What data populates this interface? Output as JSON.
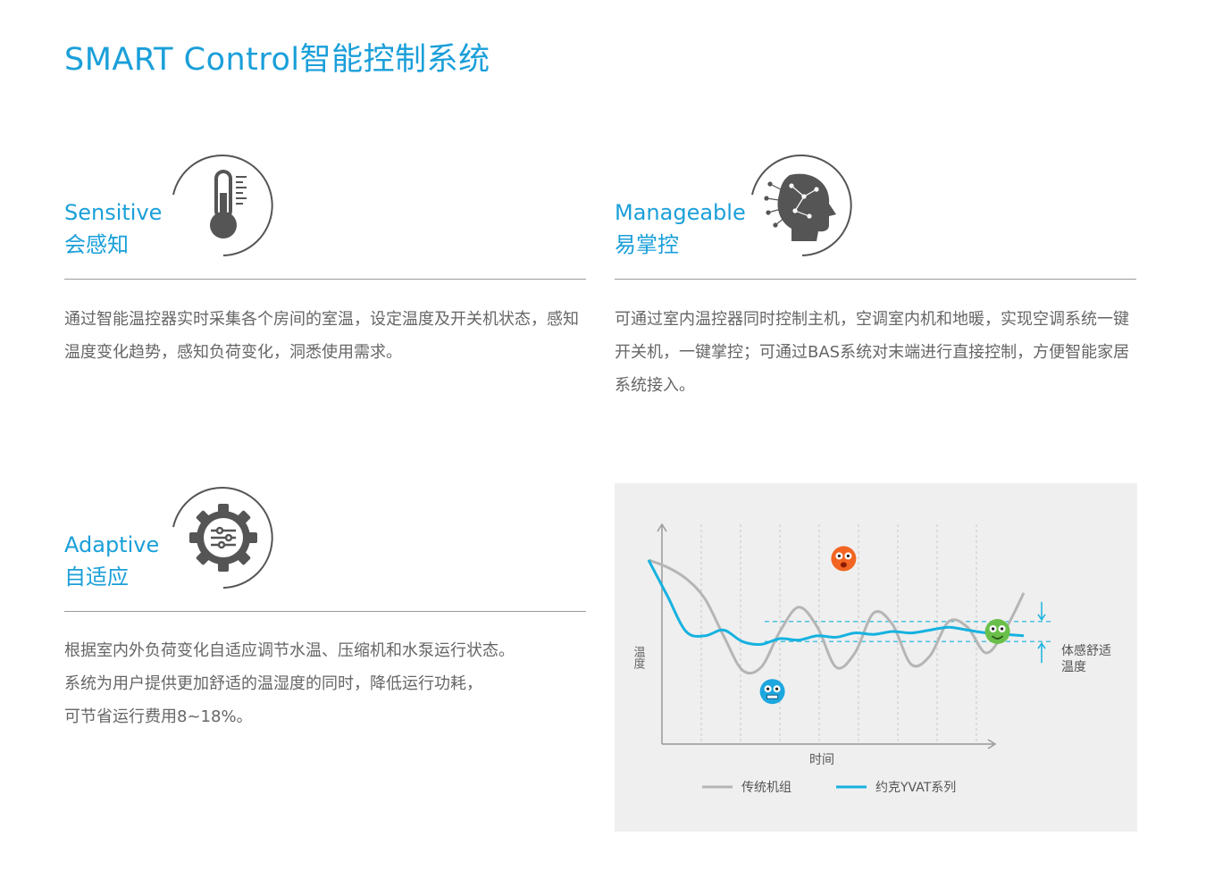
{
  "page_title": "SMART Control智能控制系统",
  "features": {
    "sensitive": {
      "title_en": "Sensitive",
      "title_cn": "会感知",
      "icon": "thermometer-icon",
      "description": "通过智能温控器实时采集各个房间的室温，设定温度及开关机状态，感知温度变化趋势，感知负荷变化，洞悉使用需求。"
    },
    "manageable": {
      "title_en": "Manageable",
      "title_cn": "易掌控",
      "icon": "ai-head-icon",
      "description": "可通过室内温控器同时控制主机，空调室内机和地暖，实现空调系统一键开关机，一键掌控；可通过BAS系统对末端进行直接控制，方便智能家居系统接入。"
    },
    "adaptive": {
      "title_en": "Adaptive",
      "title_cn": "自适应",
      "icon": "gear-sliders-icon",
      "description_lines": [
        "根据室内外负荷变化自适应调节水温、压缩机和水泵运行状态。",
        "系统为用户提供更加舒适的温湿度的同时，降低运行功耗，",
        "可节省运行费用8~18%。"
      ]
    }
  },
  "chart_data": {
    "type": "line",
    "xlabel": "时间",
    "ylabel": "温度",
    "comfort_label_lines": [
      "体感舒适",
      "温度"
    ],
    "comfort_band": [
      0.38,
      0.52
    ],
    "x": [
      0,
      0.05,
      0.1,
      0.15,
      0.2,
      0.25,
      0.3,
      0.35,
      0.4,
      0.45,
      0.5,
      0.55,
      0.6,
      0.65,
      0.7,
      0.75,
      0.8,
      0.85,
      0.9,
      0.95,
      1.0
    ],
    "series": [
      {
        "name": "传统机组",
        "color": "#b5b5b5",
        "values": [
          0.95,
          0.9,
          0.82,
          0.68,
          0.42,
          0.18,
          0.2,
          0.45,
          0.62,
          0.48,
          0.2,
          0.3,
          0.58,
          0.5,
          0.22,
          0.28,
          0.52,
          0.48,
          0.3,
          0.46,
          0.72
        ]
      },
      {
        "name": "约克YVAT系列",
        "color": "#16b2e0",
        "values": [
          0.95,
          0.7,
          0.45,
          0.42,
          0.46,
          0.38,
          0.36,
          0.4,
          0.39,
          0.42,
          0.41,
          0.44,
          0.43,
          0.45,
          0.44,
          0.46,
          0.48,
          0.46,
          0.44,
          0.43,
          0.42
        ]
      }
    ],
    "emoticons": [
      {
        "icon": "hot-face-icon",
        "color": "#f26522",
        "x": 0.52,
        "y": 0.96
      },
      {
        "icon": "cold-face-icon",
        "color": "#1ea7df",
        "x": 0.33,
        "y": 0.03
      },
      {
        "icon": "happy-face-icon",
        "color": "#6abf4b",
        "x": 0.93,
        "y": 0.45
      }
    ]
  }
}
